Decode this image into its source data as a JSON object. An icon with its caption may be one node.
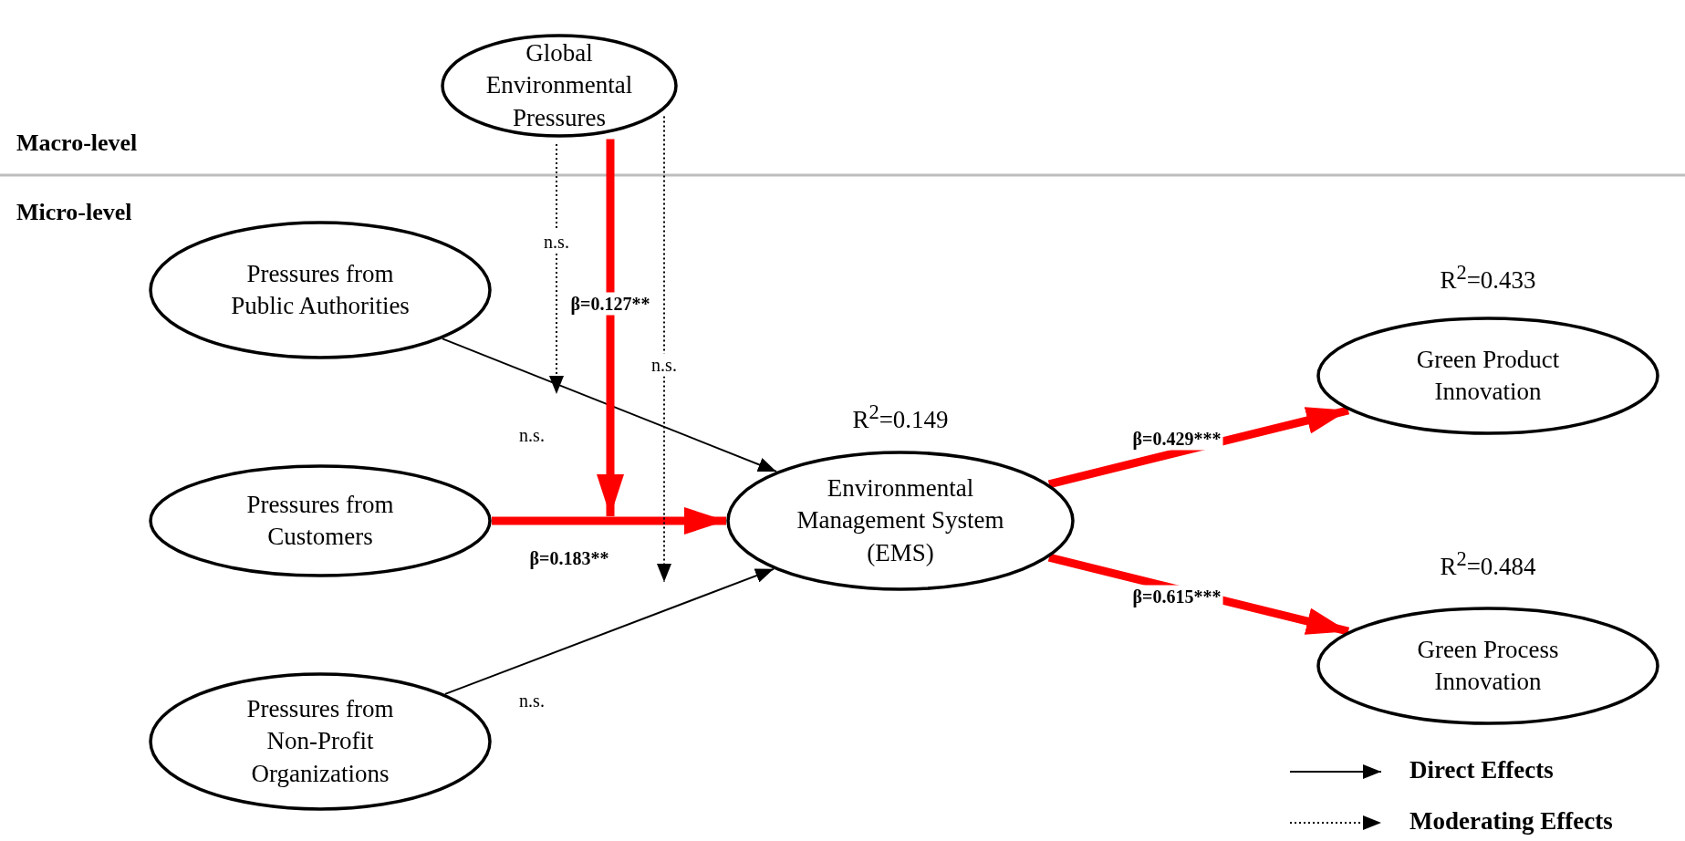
{
  "diagram": {
    "nodes": [
      {
        "text": [
          "Global Environmental Pressures"
        ]
      },
      {
        "text": [
          "Pressures from Public Authorities"
        ]
      },
      {
        "text": [
          "Pressures from Customers"
        ]
      },
      {
        "text": [
          "Pressures from Non-Profit Organizations"
        ]
      },
      {
        "text": [
          "Environmental Management System (EMS)"
        ],
        "beside": [
          "R$^{2}$=0.149"
        ]
      },
      {
        "text": [
          "Green Product Innovation"
        ],
        "beside": [
          "R$^{2}$=0.433"
        ]
      },
      {
        "text": [
          "Green Process Innovation"
        ],
        "beside": [
          "R$^{2}$=0.484"
        ]
      }
    ],
    "edges": [
      {
        "from": 1,
        "to": 4,
        "arrow": "to",
        "label": "n.s."
      },
      {
        "from": 2,
        "to": 4,
        "arrow": "to",
        "label": "β=0.183**",
        "style": "thick",
        "color": "#ff0000"
      },
      {
        "from": 3,
        "to": 4,
        "arrow": "to",
        "label": "n.s."
      },
      {
        "from": 4,
        "to": 5,
        "arrow": "to",
        "label": "β=0.429***",
        "style": "thick",
        "color": "#ff0000"
      },
      {
        "from": 4,
        "to": 6,
        "arrow": "to",
        "label": "β=0.615***",
        "style": "thick",
        "color": "#ff0000"
      },
      {
        "from": 0,
        "to": null,
        "arrow": "to",
        "label": "n.s.",
        "style": "dashed"
      },
      {
        "from": 0,
        "to": null,
        "arrow": "to",
        "label": "β=0.127**",
        "style": "thick",
        "color": "#ff0000"
      },
      {
        "from": 0,
        "to": null,
        "arrow": "to",
        "label": "n.s.",
        "style": "dashed"
      }
    ],
    "labels": [
      "Macro-level",
      "Micro-level"
    ],
    "legend": [
      {
        "text": "Direct Effects"
      },
      {
        "text": "Moderating Effects"
      }
    ]
  }
}
